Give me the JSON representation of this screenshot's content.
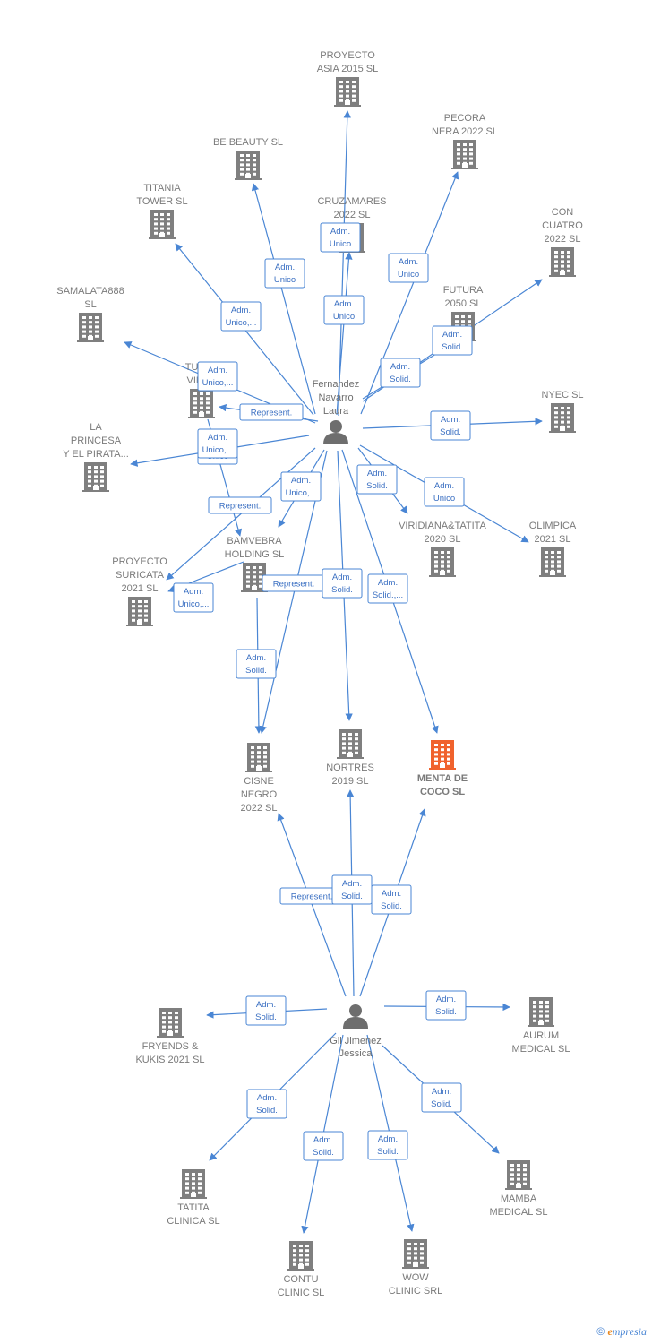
{
  "colors": {
    "company": "#7f7f7f",
    "highlight": "#f0622d",
    "person": "#6e6e6e",
    "edge": "#4a86d4",
    "edge_text": "#3a6fc2"
  },
  "persons": [
    {
      "id": "fernandez",
      "lines": [
        "Fernandez",
        "Navarro",
        "Laura"
      ]
    },
    {
      "id": "gil",
      "lines": [
        "Gil Jimenez",
        "Jessica"
      ]
    }
  ],
  "companies": [
    {
      "id": "proyecto_asia",
      "lines": [
        "PROYECTO",
        "ASIA 2015  SL"
      ]
    },
    {
      "id": "pecora",
      "lines": [
        "PECORA",
        "NERA 2022  SL"
      ]
    },
    {
      "id": "be_beauty",
      "lines": [
        "BE BEAUTY SL"
      ]
    },
    {
      "id": "titania",
      "lines": [
        "TITANIA",
        "TOWER  SL"
      ]
    },
    {
      "id": "cruzamares",
      "lines": [
        "CRUZAMARES",
        "2022  SL"
      ]
    },
    {
      "id": "con_cuatro",
      "lines": [
        "CON",
        "CUATRO",
        "2022  SL"
      ]
    },
    {
      "id": "samalata",
      "lines": [
        "SAMALATA888",
        "SL"
      ]
    },
    {
      "id": "futura",
      "lines": [
        "FUTURA",
        "2050  SL"
      ]
    },
    {
      "id": "tutto",
      "lines": [
        "TUTTO",
        "VIENE"
      ]
    },
    {
      "id": "nyec",
      "lines": [
        "NYEC SL"
      ]
    },
    {
      "id": "la_princesa",
      "lines": [
        "LA",
        "PRINCESA",
        "Y EL PIRATA..."
      ]
    },
    {
      "id": "viridiana",
      "lines": [
        "VIRIDIANA&TATITA",
        "2020  SL"
      ]
    },
    {
      "id": "olimpica",
      "lines": [
        "OLIMPICA",
        "2021  SL"
      ]
    },
    {
      "id": "bamvebra",
      "lines": [
        "BAMVEBRA",
        "HOLDING  SL"
      ]
    },
    {
      "id": "suricata",
      "lines": [
        "PROYECTO",
        "SURICATA",
        "2021  SL"
      ]
    },
    {
      "id": "cisne",
      "lines": [
        "CISNE",
        "NEGRO",
        "2022  SL"
      ]
    },
    {
      "id": "nortres",
      "lines": [
        "NORTRES",
        "2019  SL"
      ]
    },
    {
      "id": "menta",
      "lines": [
        "MENTA DE",
        "COCO  SL"
      ],
      "highlight": true
    },
    {
      "id": "fryends",
      "lines": [
        "FRYENDS &",
        "KUKIS 2021  SL"
      ]
    },
    {
      "id": "aurum",
      "lines": [
        "AURUM",
        "MEDICAL  SL"
      ]
    },
    {
      "id": "tatita",
      "lines": [
        "TATITA",
        "CLINICA  SL"
      ]
    },
    {
      "id": "mamba",
      "lines": [
        "MAMBA",
        "MEDICAL  SL"
      ]
    },
    {
      "id": "contu",
      "lines": [
        "CONTU",
        "CLINIC  SL"
      ]
    },
    {
      "id": "wow",
      "lines": [
        "WOW",
        "CLINIC SRL"
      ]
    }
  ],
  "edges": [
    {
      "from": "fernandez",
      "to": "proyecto_asia",
      "label": [
        "Adm.",
        "Unico"
      ]
    },
    {
      "from": "fernandez",
      "to": "cruzamares",
      "label": [
        "Adm.",
        "Unico"
      ]
    },
    {
      "from": "fernandez",
      "to": "be_beauty",
      "label": [
        "Adm.",
        "Unico"
      ]
    },
    {
      "from": "fernandez",
      "to": "pecora",
      "label": [
        "Adm.",
        "Unico"
      ]
    },
    {
      "from": "fernandez",
      "to": "titania",
      "label": [
        "Adm.",
        "Unico,..."
      ]
    },
    {
      "from": "fernandez",
      "to": "con_cuatro",
      "label": [
        "Adm.",
        "Solid."
      ]
    },
    {
      "from": "fernandez",
      "to": "futura",
      "label": [
        "Adm.",
        "Solid."
      ]
    },
    {
      "from": "fernandez",
      "to": "samalata",
      "label": [
        "Adm.",
        "Unico,..."
      ]
    },
    {
      "from": "fernandez",
      "to": "tutto",
      "label": [
        "Represent."
      ]
    },
    {
      "from": "fernandez",
      "to": "nyec",
      "label": [
        "Adm.",
        "Solid."
      ]
    },
    {
      "from": "fernandez",
      "to": "la_princesa",
      "label": [
        "Adm.",
        "Unico"
      ]
    },
    {
      "from": "fernandez",
      "to": "viridiana",
      "label": [
        "Adm.",
        "Solid."
      ]
    },
    {
      "from": "fernandez",
      "to": "olimpica",
      "label": [
        "Adm.",
        "Unico"
      ]
    },
    {
      "from": "fernandez",
      "to": "bamvebra",
      "label": [
        "Adm.",
        "Unico,..."
      ]
    },
    {
      "from": "fernandez",
      "to": "suricata",
      "label": [
        "Represent."
      ]
    },
    {
      "from": "fernandez",
      "to": "cisne",
      "label": [
        "Represent."
      ]
    },
    {
      "from": "fernandez",
      "to": "nortres",
      "label": [
        "Adm.",
        "Solid."
      ]
    },
    {
      "from": "fernandez",
      "to": "menta",
      "label": [
        "Adm.",
        "Solid.,..."
      ]
    },
    {
      "from": "tutto",
      "to": "bamvebra",
      "label": [
        "Adm.",
        "Unico,..."
      ]
    },
    {
      "from": "bamvebra",
      "to": "suricata",
      "label": [
        "Adm.",
        "Unico,..."
      ]
    },
    {
      "from": "bamvebra",
      "to": "cisne",
      "label": [
        "Adm.",
        "Solid."
      ]
    },
    {
      "from": "gil",
      "to": "cisne",
      "label": [
        "Represent."
      ]
    },
    {
      "from": "gil",
      "to": "nortres",
      "label": [
        "Adm.",
        "Solid."
      ]
    },
    {
      "from": "gil",
      "to": "menta",
      "label": [
        "Adm.",
        "Solid."
      ]
    },
    {
      "from": "gil",
      "to": "fryends",
      "label": [
        "Adm.",
        "Solid."
      ]
    },
    {
      "from": "gil",
      "to": "aurum",
      "label": [
        "Adm.",
        "Solid."
      ]
    },
    {
      "from": "gil",
      "to": "tatita",
      "label": [
        "Adm.",
        "Solid."
      ]
    },
    {
      "from": "gil",
      "to": "mamba",
      "label": [
        "Adm.",
        "Solid."
      ]
    },
    {
      "from": "gil",
      "to": "contu",
      "label": [
        "Adm.",
        "Solid."
      ]
    },
    {
      "from": "gil",
      "to": "wow",
      "label": [
        "Adm.",
        "Solid."
      ]
    }
  ],
  "footer": {
    "copyright_symbol": "©",
    "brand_initial": "e",
    "brand_rest": "mpresia"
  }
}
